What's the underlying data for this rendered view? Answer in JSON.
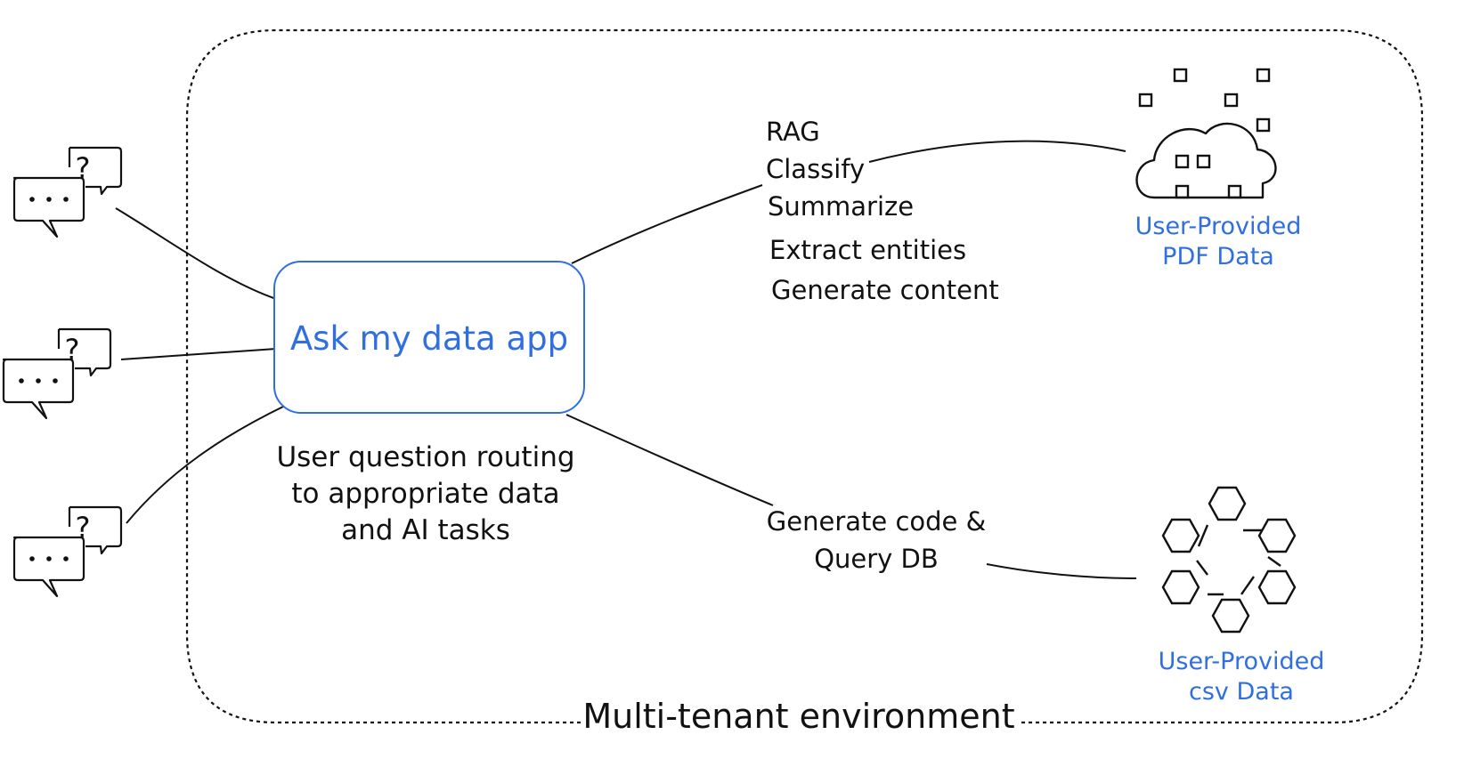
{
  "environment": {
    "label": "Multi-tenant environment"
  },
  "app": {
    "title": "Ask my data app",
    "caption": [
      "User question routing",
      "to appropriate data",
      "and AI tasks"
    ]
  },
  "tasks_unstructured": [
    "RAG",
    "Classify",
    "Summarize",
    "Extract entities",
    "Generate content"
  ],
  "tasks_structured": [
    "Generate code &",
    "Query DB"
  ],
  "pdf_source": {
    "label": [
      "User-Provided",
      "PDF Data"
    ]
  },
  "csv_source": {
    "label": [
      "User-Provided",
      "csv Data"
    ]
  },
  "users": {
    "question_mark": "?"
  },
  "colors": {
    "accent": "#2f6fe0",
    "ink": "#111111"
  },
  "icons": [
    "chat-bubbles-icon",
    "cloud-data-icon",
    "hexagon-network-icon"
  ]
}
